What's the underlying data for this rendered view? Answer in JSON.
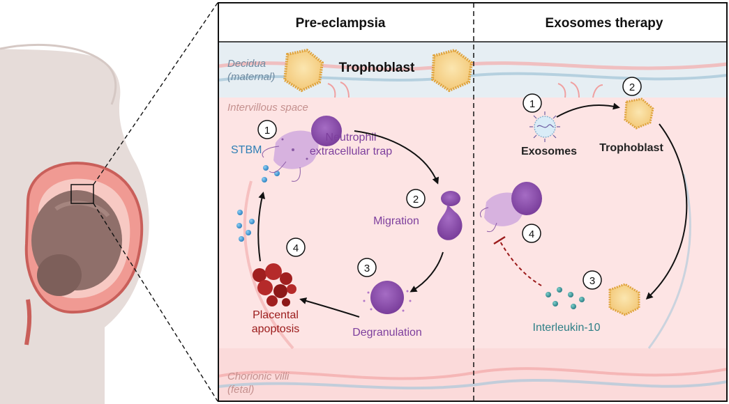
{
  "panels": {
    "left": {
      "title": "Pre-eclampsia"
    },
    "right": {
      "title": "Exosomes therapy"
    }
  },
  "regions": {
    "decidua": {
      "line1": "Decidua",
      "line2": "(maternal)"
    },
    "intervillous": "Intervillous space",
    "chorionic": {
      "line1": "Chorionic villi",
      "line2": "(fetal)"
    }
  },
  "labels": {
    "trophoblast_top": "Trophoblast",
    "stbm": "STBM",
    "net_line1": "Neutrophil",
    "net_line2": "extracellular trap",
    "migration": "Migration",
    "degranulation": "Degranulation",
    "apoptosis_line1": "Placental",
    "apoptosis_line2": "apoptosis",
    "exosomes": "Exosomes",
    "trophoblast_right": "Trophoblast",
    "interleukin": "Interleukin-10"
  },
  "steps": {
    "left": [
      "1",
      "2",
      "3",
      "4"
    ],
    "right": [
      "1",
      "2",
      "3",
      "4"
    ]
  },
  "colors": {
    "purple": "#7d3f9d",
    "blue": "#2f7fb5",
    "red": "#9b1b1b",
    "teal": "#2d7f86",
    "trophoblast": "#f6d48d",
    "membrane": "#dfa33d",
    "pink_bg": "#fde4e4",
    "decidua_bg": "#e6eef3"
  }
}
